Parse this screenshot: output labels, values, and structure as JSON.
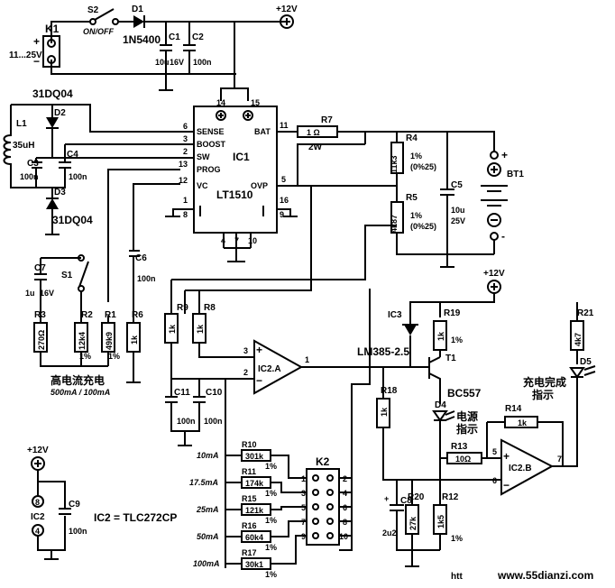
{
  "power": {
    "vcc": "+12V",
    "k1_label": "K1",
    "k1_input": "11...25V",
    "s2": "S2",
    "s2_state": "ON/OFF",
    "d1": "D1",
    "d1_part": "1N5400",
    "c1": "C1",
    "c1_val1": "10u",
    "c1_val2": "16V",
    "c2": "C2",
    "c2_val": "100n"
  },
  "inductor": {
    "d2_part": "31DQ04",
    "d2": "D2",
    "l1": "L1",
    "l1_val": "35uH",
    "c3": "C3",
    "c3_val": "100n",
    "c4": "C4",
    "c4_val": "100n",
    "d3": "D3",
    "d3_part": "31DQ04"
  },
  "ic1": {
    "name": "IC1",
    "part": "LT1510",
    "pins_left": [
      "SENSE",
      "BOOST",
      "SW",
      "PROG",
      "VC"
    ],
    "pin_nums_left": [
      "6",
      "3",
      "2",
      "13",
      "12"
    ],
    "pin_bat": "BAT",
    "pin_ovp": "OVP",
    "pin_nums_other": [
      "14",
      "15",
      "11",
      "5",
      "16",
      "9",
      "1",
      "8",
      "4",
      "7",
      "10"
    ]
  },
  "battery": {
    "r7": "R7",
    "r7_val": "1 Ω",
    "r7_watt": "2W",
    "r4": "R4",
    "r4_val": "11k3",
    "r4_tol": "1%",
    "r4_tol2": "(0%25)",
    "r5": "R5",
    "r5_val": "4k87",
    "r5_tol": "1%",
    "r5_tol2": "(0%25)",
    "c5": "C5",
    "c5_val1": "10u",
    "c5_val2": "25V",
    "bt1": "BT1",
    "plus": "+",
    "minus": "-"
  },
  "charge": {
    "c7": "C7",
    "c7_val1": "1u",
    "c7_val2": "16V",
    "s1": "S1",
    "c6": "C6",
    "c6_val": "100n",
    "r3": "R3",
    "r3_val": "270Ω",
    "r2": "R2",
    "r2_val": "12k4",
    "r2_tol": "1%",
    "r1": "R1",
    "r1_val": "49k9",
    "r1_tol": "1%",
    "r6": "R6",
    "r6_val": "1k",
    "title_cn": "高电流充电",
    "title_sub": "500mA / 100mA"
  },
  "opamp_a": {
    "r9": "R9",
    "r9_val": "1k",
    "r8": "R8",
    "r8_val": "1k",
    "name": "IC2.A",
    "pin3": "3",
    "pin2": "2",
    "pin1": "1",
    "c11": "C11",
    "c11_val": "100n",
    "c10": "C10",
    "c10_val": "100n"
  },
  "selector": {
    "k2": "K2",
    "currents": [
      "10mA",
      "17.5mA",
      "25mA",
      "50mA",
      "100mA"
    ],
    "res_names": [
      "R10",
      "R11",
      "R15",
      "R16",
      "R17"
    ],
    "res_vals": [
      "301k",
      "174k",
      "121k",
      "60k4",
      "30k1"
    ],
    "res_tol": [
      "1%",
      "1%",
      "1%",
      "1%",
      "1%"
    ],
    "pins_left": [
      "1",
      "3",
      "5",
      "7",
      "9"
    ],
    "pins_right": [
      "2",
      "4",
      "6",
      "8",
      "10"
    ]
  },
  "indicator": {
    "vcc2": "+12V",
    "ic3": "IC3",
    "ic3_part": "LM385-2.5",
    "r19": "R19",
    "r19_val": "1k",
    "r19_tol": "1%",
    "t1": "T1",
    "t1_part": "BC557",
    "r21": "R21",
    "r21_val": "4k7",
    "d5": "D5",
    "done_cn1": "充电完成",
    "done_cn2": "指示",
    "d4": "D4",
    "power_cn1": "电源",
    "power_cn2": "指示",
    "r18": "R18",
    "r18_val": "1k",
    "r14": "R14",
    "r14_val": "1k",
    "r13": "R13",
    "r13_val": "10Ω",
    "ic2b": "IC2.B",
    "pin5": "5",
    "pin6": "6",
    "pin7": "7",
    "c8": "C8",
    "c8_val": "2u2",
    "r20": "R20",
    "r20_val": "27k",
    "r12": "R12",
    "r12_val": "1k5",
    "r12_tol": "1%"
  },
  "supply": {
    "vcc": "+12V",
    "pin8": "8",
    "ic2": "IC2",
    "pin4": "4",
    "c9": "C9",
    "c9_val": "100n",
    "note": "IC2 = TLC272CP"
  },
  "watermark": {
    "left": "htt",
    "site": "www.55dianzi.com"
  }
}
